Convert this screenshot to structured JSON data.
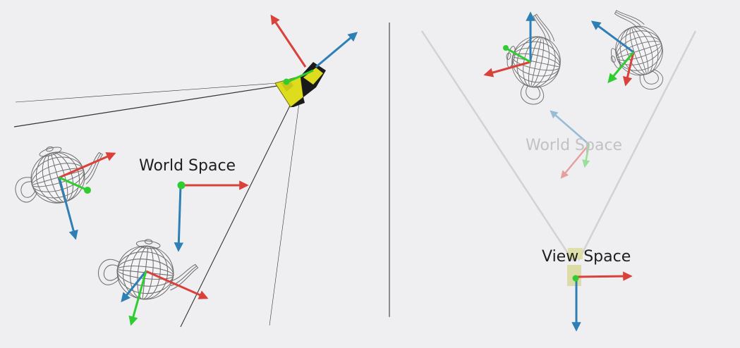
{
  "labels": {
    "world_space": "World Space",
    "view_space": "View Space",
    "world_space_ghost": "World Space"
  },
  "colors": {
    "background": "#efeff1",
    "x_axis": "#d9413a",
    "y_axis": "#2fcd2f",
    "z_axis": "#2e7fb6",
    "camera_body": "#dddd1d",
    "camera_dark": "#1a1a1a",
    "frustum": "#333333",
    "frustum_right": "#d2d2d2",
    "wireframe": "#6f6f6f",
    "divider": "#8c8c8c",
    "text": "#1e1e1e"
  },
  "icons": {
    "camera": "camera-icon",
    "teapot": "teapot-icon"
  }
}
